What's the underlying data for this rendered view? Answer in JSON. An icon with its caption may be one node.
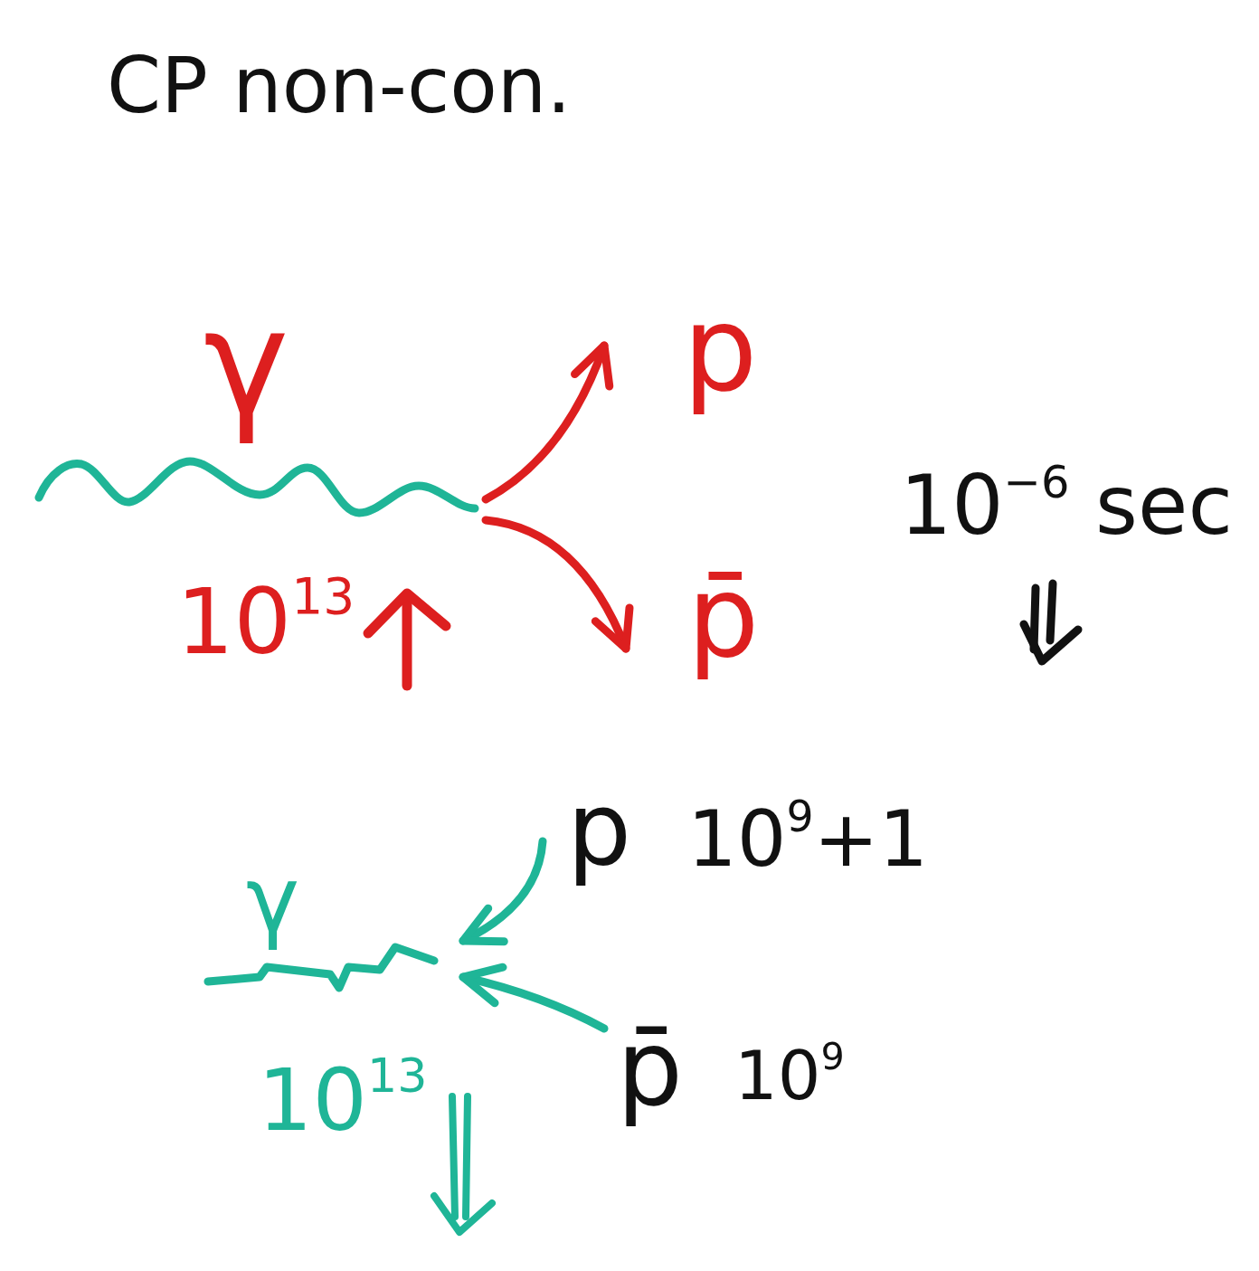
{
  "diagram": {
    "title": "CP non-con.",
    "nodes": [
      {
        "text": [
          "γ"
        ],
        "beside": [
          "10$^{13}$"
        ]
      },
      {
        "text": [
          "p"
        ]
      },
      {
        "text": [
          "p̄"
        ]
      },
      {
        "text": [
          "γ"
        ],
        "beside": [
          "10$^{13}$"
        ]
      },
      {
        "text": [
          "p"
        ],
        "beside": [
          "10$^{9}$+1"
        ]
      },
      {
        "text": [
          "p̄"
        ],
        "beside": [
          "10$^{9}$"
        ]
      }
    ],
    "edges": [
      {
        "from": 0,
        "to": 1,
        "arrow": "to",
        "color": "#dd1f1f"
      },
      {
        "from": 0,
        "to": 2,
        "arrow": "to",
        "color": "#dd1f1f"
      },
      {
        "from": 4,
        "to": 3,
        "arrow": "to",
        "color": "#1fb597"
      },
      {
        "from": 5,
        "to": 3,
        "arrow": "to",
        "color": "#1fb597"
      }
    ],
    "labels": [
      "10$^{−6}$ sec"
    ]
  }
}
